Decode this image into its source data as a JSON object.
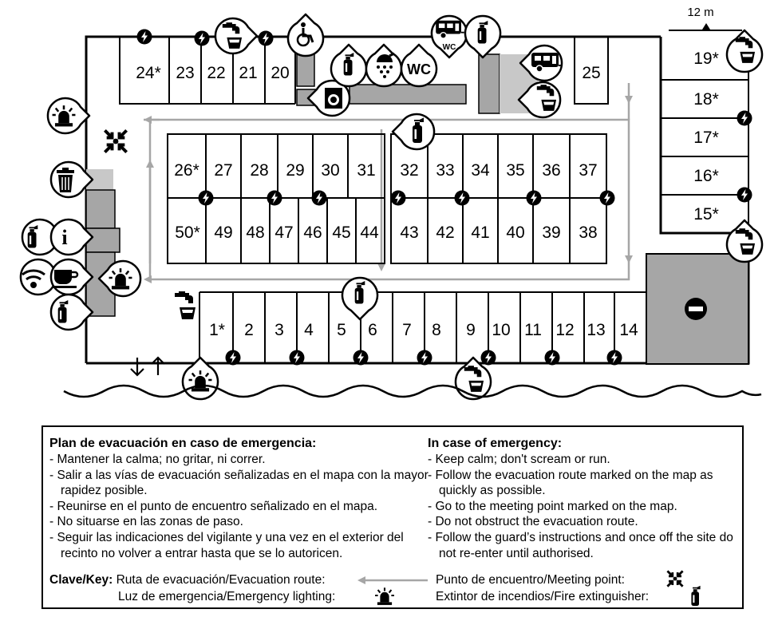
{
  "scale": {
    "label": "12 m"
  },
  "pitches": {
    "top_row": [
      "24*",
      "23",
      "22",
      "21",
      "20"
    ],
    "top_single": "25",
    "right_column": [
      "19*",
      "18*",
      "17*",
      "16*",
      "15*"
    ],
    "block_left_top": [
      "26*",
      "27",
      "28",
      "29",
      "30",
      "31"
    ],
    "block_left_bottom": [
      "50*",
      "49",
      "48",
      "47",
      "46",
      "45",
      "44"
    ],
    "block_right_top": [
      "32",
      "33",
      "34",
      "35",
      "36",
      "37"
    ],
    "block_right_bottom": [
      "43",
      "42",
      "41",
      "40",
      "39",
      "38"
    ],
    "bottom_row": [
      "1*",
      "2",
      "3",
      "4",
      "5",
      "6",
      "7",
      "8",
      "9",
      "10",
      "11",
      "12",
      "13",
      "14"
    ]
  },
  "amenities": {
    "wc_label": "WC",
    "wc_small_label": "WC",
    "info_label": "i"
  },
  "icons": [
    "fire-extinguisher-icon",
    "water-tap-icon",
    "wheelchair-icon",
    "laundry-icon",
    "shower-icon",
    "wc-icon",
    "caravan-icon",
    "emergency-light-icon",
    "meeting-point-icon",
    "trash-icon",
    "info-icon",
    "wifi-icon",
    "cafe-icon",
    "electric-hookup-icon",
    "no-entry-icon",
    "entrance-exit-arrows-icon"
  ],
  "legend": {
    "es": {
      "title": "Plan de evacuación en caso de emergencia:",
      "items": [
        "- Mantener la calma; no gritar, ni correr.",
        "- Salir a las vías de evacuación señalizadas en el mapa con la mayor rapidez posible.",
        "- Reunirse en el punto de encuentro señalizado en el mapa.",
        "- No situarse en las zonas de paso.",
        "- Seguir las indicaciones del vigilante y una vez en el exterior del recinto no volver a entrar hasta que se lo autoricen."
      ]
    },
    "en": {
      "title": "In case of emergency:",
      "items": [
        "- Keep calm; don't scream or run.",
        "- Follow the evacuation route marked on the map as quickly as possible.",
        "- Go to the meeting point marked on the map.",
        "- Do not obstruct the evacuation route.",
        "- Follow the guard’s instructions and once off the site do not re-enter until authorised."
      ]
    },
    "key": {
      "title": "Clave/Key:",
      "evacuation_route": "Ruta de evacuación/Evacuation route:",
      "emergency_lighting": "Luz de emergencia/Emergency lighting:",
      "meeting_point": "Punto de encuentro/Meeting point:",
      "fire_extinguisher": "Extintor de incendios/Fire extinguisher:"
    }
  },
  "colors": {
    "building": "#a6a6a6",
    "building_light": "#c8c8c8",
    "route": "#a6a6a6",
    "ink": "#000000"
  }
}
